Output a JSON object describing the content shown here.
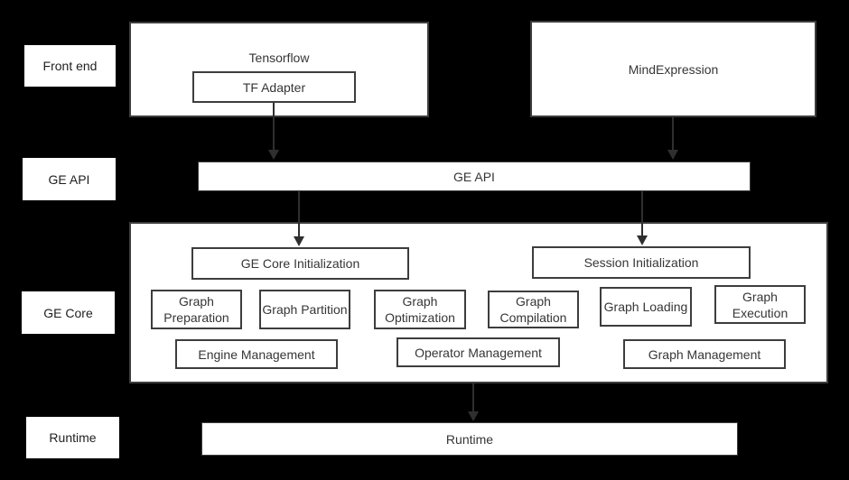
{
  "colors": {
    "background": "#000000",
    "box_fill": "#ffffff",
    "box_border": "#3d3d3f",
    "text": "#363636",
    "arrow": "#2f2f31"
  },
  "side_labels": {
    "front_end": "Front end",
    "ge_api": "GE API",
    "ge_core": "GE Core",
    "runtime": "Runtime"
  },
  "front_end": {
    "tensorflow": {
      "title": "Tensorflow",
      "tf_adapter": "TF Adapter"
    },
    "mind_expression": {
      "title": "MindExpression"
    }
  },
  "ge_api_bar": {
    "label": "GE API"
  },
  "ge_core": {
    "init_boxes": [
      "GE Core Initialization",
      "Session Initialization"
    ],
    "stage_boxes": [
      "Graph Preparation",
      "Graph Partition",
      "Graph Optimization",
      "Graph Compilation",
      "Graph Loading",
      "Graph Execution"
    ],
    "management_boxes": [
      "Engine Management",
      "Operator Management",
      "Graph Management"
    ]
  },
  "runtime_bar": {
    "label": "Runtime"
  }
}
